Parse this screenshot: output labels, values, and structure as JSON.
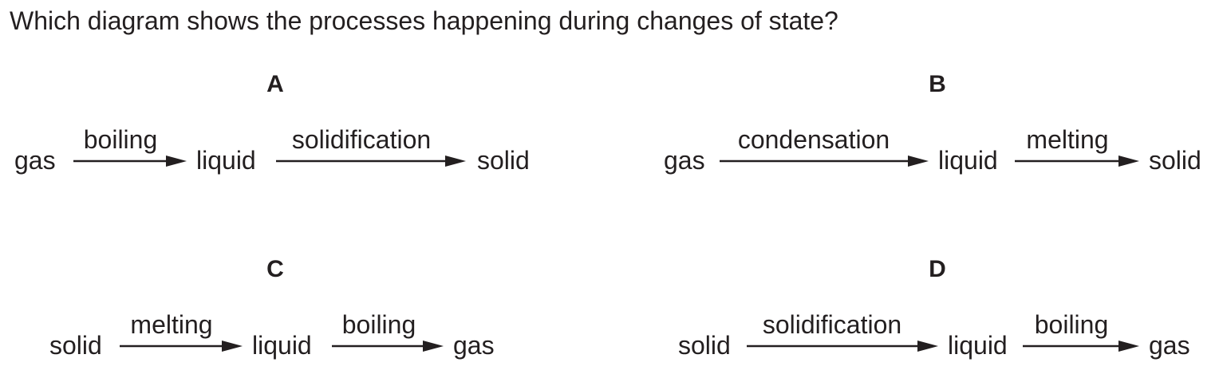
{
  "question": "Which diagram shows the processes happening during changes of state?",
  "options": [
    {
      "letter": "A",
      "start": "gas",
      "process1": "boiling",
      "middle": "liquid",
      "process2": "solidification",
      "end": "solid"
    },
    {
      "letter": "B",
      "start": "gas",
      "process1": "condensation",
      "middle": "liquid",
      "process2": "melting",
      "end": "solid"
    },
    {
      "letter": "C",
      "start": "solid",
      "process1": "melting",
      "middle": "liquid",
      "process2": "boiling",
      "end": "gas"
    },
    {
      "letter": "D",
      "start": "solid",
      "process1": "solidification",
      "middle": "liquid",
      "process2": "boiling",
      "end": "gas"
    }
  ],
  "colors": {
    "ink": "#231f20"
  }
}
